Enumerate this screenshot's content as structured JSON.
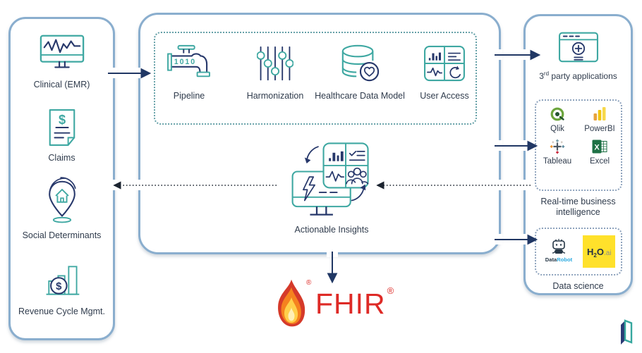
{
  "colors": {
    "panel_border": "#8AAECE",
    "teal": "#3FA8A2",
    "navy": "#27386B",
    "arrow": "#203764",
    "dotted_arrow": "#1C2430",
    "text": "#2F3B4C",
    "fhir_red": "#DE2A26",
    "flame_outer": "#D53A2A",
    "flame_mid": "#F5821F",
    "flame_inner": "#FFD04B",
    "qlik_green": "#6BA43B",
    "powerbi_yellow": "#F0C50E",
    "excel_green": "#1E7145",
    "datarobot_blue": "#2AA9E0",
    "h2o_yellow": "#FFE12B"
  },
  "icon_text": {
    "pipeline_bits": "1010",
    "claims_dollar": "$",
    "revenue_dollar": "$",
    "excel_x": "X"
  },
  "sources": {
    "items": [
      {
        "label": "Clinical (EMR)"
      },
      {
        "label": "Claims"
      },
      {
        "label": "Social Determinants"
      },
      {
        "label": "Revenue Cycle Mgmt."
      }
    ]
  },
  "platform": {
    "capabilities": [
      {
        "label": "Pipeline"
      },
      {
        "label": "Harmonization"
      },
      {
        "label": "Healthcare Data Model"
      },
      {
        "label": "User Access"
      }
    ],
    "insight_label": "Actionable Insights"
  },
  "outputs": {
    "third_party": {
      "prefix": "3",
      "sup": "rd",
      "rest": " party applications"
    },
    "bi": {
      "tools": [
        {
          "name": "Qlik"
        },
        {
          "name": "PowerBI"
        },
        {
          "name": "Tableau"
        },
        {
          "name": "Excel"
        }
      ],
      "caption_line1": "Real-time business",
      "caption_line2": "intelligence"
    },
    "data_science": {
      "caption": "Data science",
      "datarobot": {
        "part1": "Data",
        "part2": "Robot"
      },
      "h2o": {
        "h": "H",
        "two": "2",
        "o": "O",
        "ai": ".ai"
      }
    }
  },
  "fhir": {
    "wordmark": "FHIR",
    "registered": "®"
  }
}
